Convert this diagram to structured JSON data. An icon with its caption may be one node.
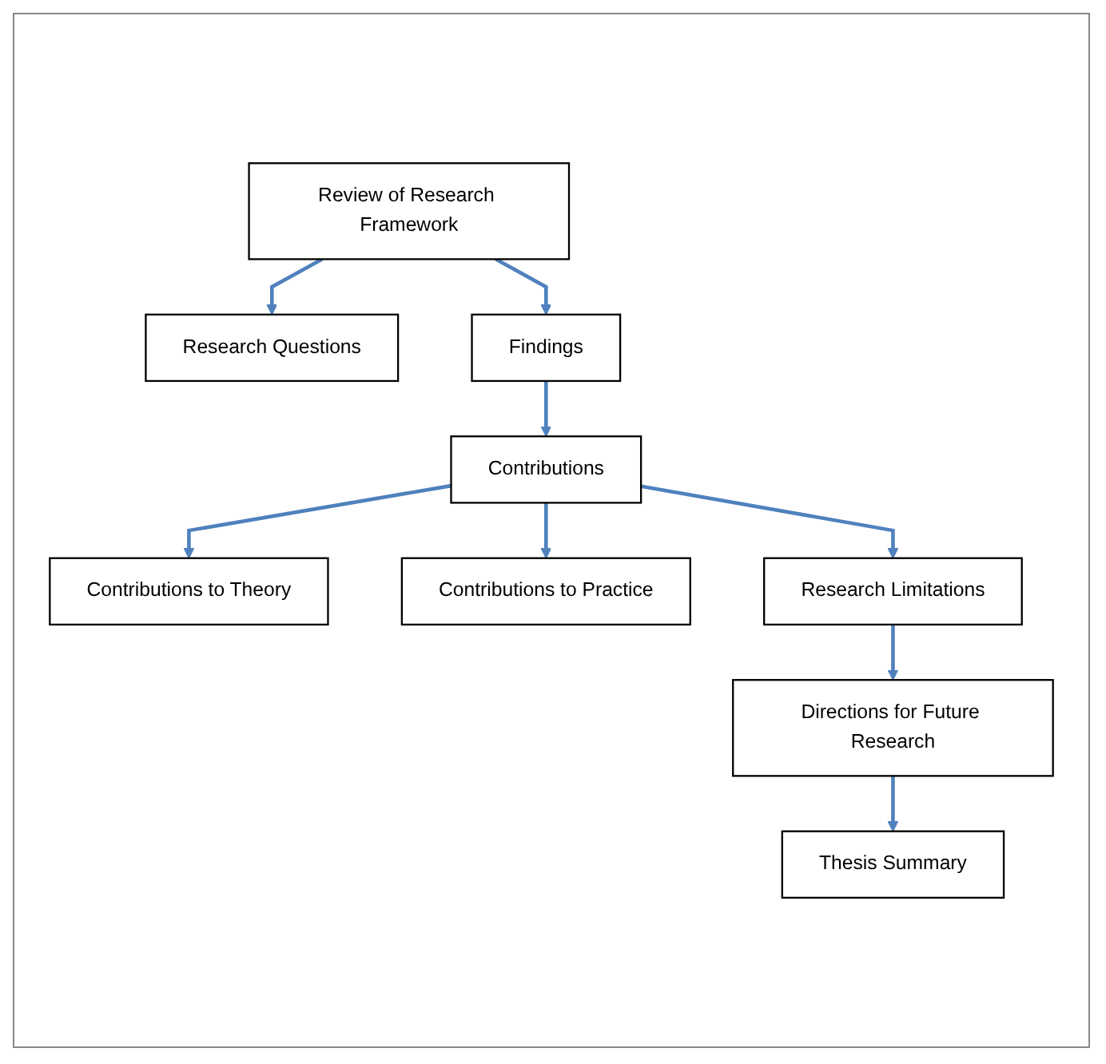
{
  "diagram": {
    "nodes": [
      {
        "text": [
          "Review of Research Framework"
        ]
      },
      {
        "text": [
          "Research Questions"
        ]
      },
      {
        "text": [
          "Findings"
        ]
      },
      {
        "text": [
          "Contributions"
        ]
      },
      {
        "text": [
          "Contributions to Theory"
        ]
      },
      {
        "text": [
          "Contributions to Practice"
        ]
      },
      {
        "text": [
          "Research Limitations"
        ]
      },
      {
        "text": [
          "Directions for Future Research"
        ]
      },
      {
        "text": [
          "Thesis Summary"
        ]
      }
    ],
    "edges": [
      {
        "from": 0,
        "to": 1,
        "arrow": "to"
      },
      {
        "from": 0,
        "to": 2,
        "arrow": "to"
      },
      {
        "from": 2,
        "to": 3,
        "arrow": "to"
      },
      {
        "from": 3,
        "to": 4,
        "arrow": "to"
      },
      {
        "from": 3,
        "to": 5,
        "arrow": "to"
      },
      {
        "from": 3,
        "to": 6,
        "arrow": "to"
      },
      {
        "from": 6,
        "to": 7,
        "arrow": "to"
      },
      {
        "from": 7,
        "to": 8,
        "arrow": "to"
      }
    ]
  }
}
